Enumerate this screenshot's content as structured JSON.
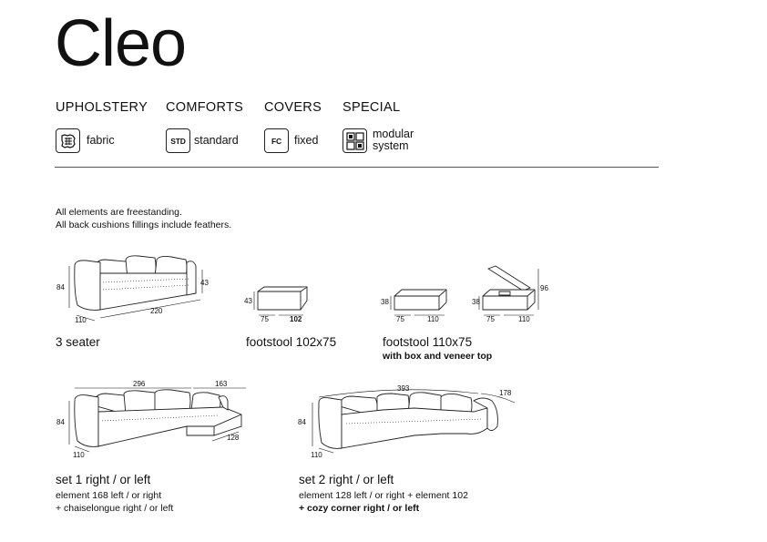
{
  "title": "Cleo",
  "categories": [
    {
      "label": "UPHOLSTERY",
      "option": "fabric"
    },
    {
      "label": "COMFORTS",
      "option": "standard",
      "code": "STD"
    },
    {
      "label": "COVERS",
      "option": "fixed",
      "code": "FC"
    },
    {
      "label": "SPECIAL",
      "option_line1": "modular",
      "option_line2": "system"
    }
  ],
  "notes": [
    "All elements are freestanding.",
    "All back cushions fillings include feathers."
  ],
  "products": {
    "three_seater": {
      "caption": "3 seater",
      "dims": [
        "84",
        "43",
        "110",
        "220"
      ]
    },
    "footstool_102": {
      "caption": "footstool 102x75",
      "dims": [
        "43",
        "75",
        "102"
      ]
    },
    "footstool_110": {
      "caption": "footstool 110x75",
      "subtitle": "with box and veneer  top",
      "dims": [
        "38",
        "75",
        "110"
      ]
    },
    "footstool_box": {
      "dims": [
        "38",
        "96",
        "75",
        "110"
      ]
    },
    "set1": {
      "caption": "set 1 right / or left",
      "line1": "element 168 left / or right",
      "line2": "+ chaiselongue right / or left",
      "dims": [
        "296",
        "163",
        "84",
        "110",
        "128"
      ]
    },
    "set2": {
      "caption": "set 2 right / or left",
      "line1": "element 128 left / or right + element 102",
      "line2": "+ cozy corner right / or left",
      "dims": [
        "393",
        "178",
        "84",
        "110"
      ]
    }
  }
}
